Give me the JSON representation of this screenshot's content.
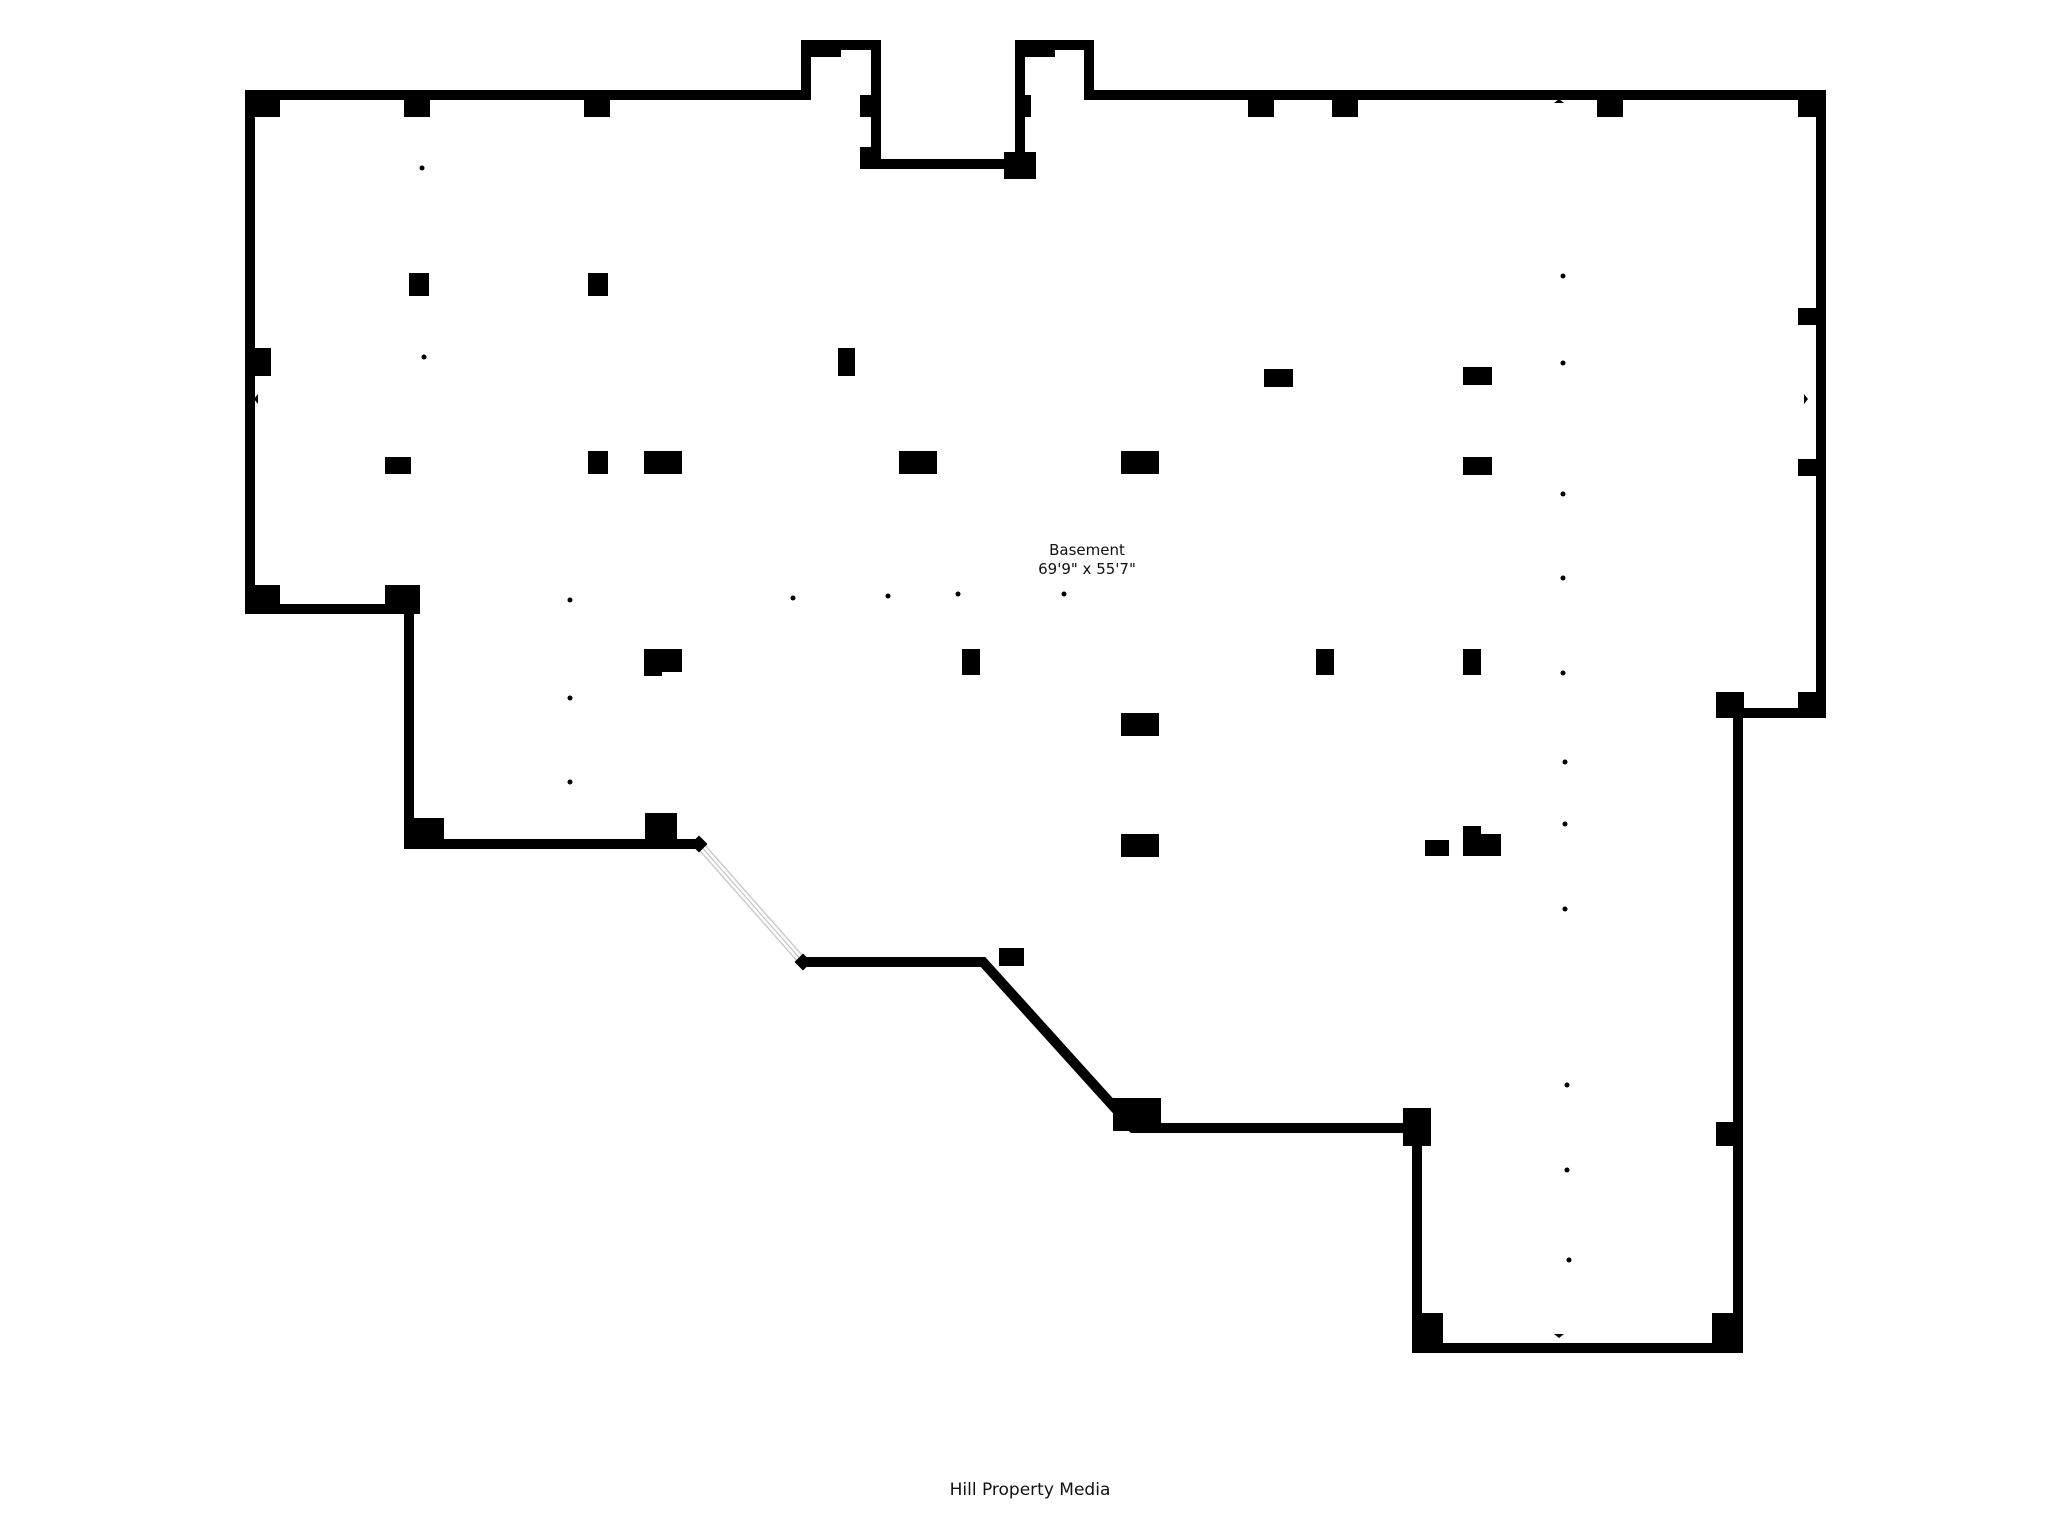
{
  "room": {
    "name": "Basement",
    "dimensions": "69'9\" x 55'7\""
  },
  "credit": "Hill Property Media",
  "colors": {
    "wall": "#000000",
    "background": "#ffffff",
    "window": "#cccccc"
  }
}
